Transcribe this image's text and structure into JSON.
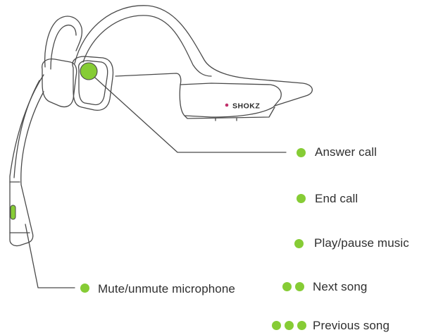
{
  "colors": {
    "accent": "#86cc35",
    "line": "#4a4a4a",
    "brand_dot": "#c0306a"
  },
  "product": {
    "brand": "SHOKZ"
  },
  "actions": [
    {
      "id": "answer-call",
      "label": "Answer call",
      "presses": 1
    },
    {
      "id": "end-call",
      "label": "End call",
      "presses": 1
    },
    {
      "id": "play-pause",
      "label": "Play/pause music",
      "presses": 1
    },
    {
      "id": "next-song",
      "label": "Next song",
      "presses": 2
    },
    {
      "id": "previous-song",
      "label": "Previous song",
      "presses": 3
    }
  ],
  "mic_action": {
    "label": "Mute/unmute microphone",
    "presses": 1
  }
}
